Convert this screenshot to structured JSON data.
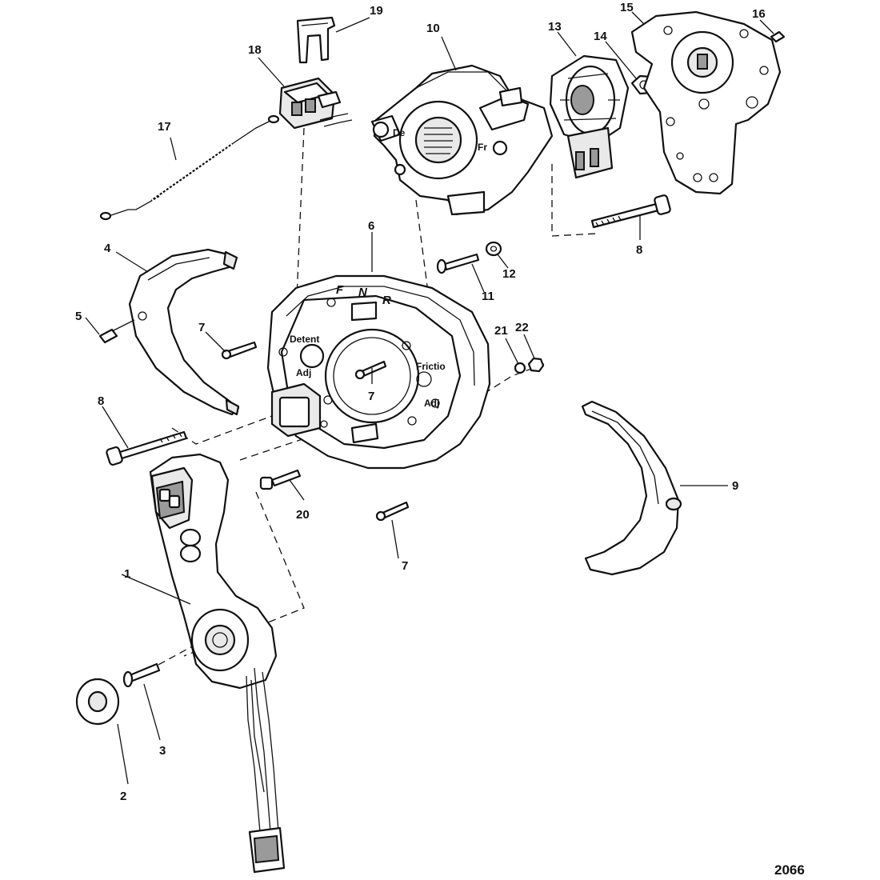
{
  "figure": {
    "figure_number": "2066",
    "callouts": [
      "1",
      "2",
      "3",
      "4",
      "5",
      "6",
      "7",
      "7",
      "7",
      "8",
      "8",
      "9",
      "10",
      "11",
      "12",
      "13",
      "14",
      "15",
      "16",
      "17",
      "18",
      "19",
      "20",
      "21",
      "22"
    ],
    "embossed_labels": {
      "shift_f": "F",
      "shift_n": "N",
      "shift_r": "R",
      "detent": "Detent",
      "detent_adj": "Adj",
      "friction": "Frictio",
      "friction_adj": "Adj",
      "housing_de": "De",
      "housing_fr": "Fr"
    }
  }
}
